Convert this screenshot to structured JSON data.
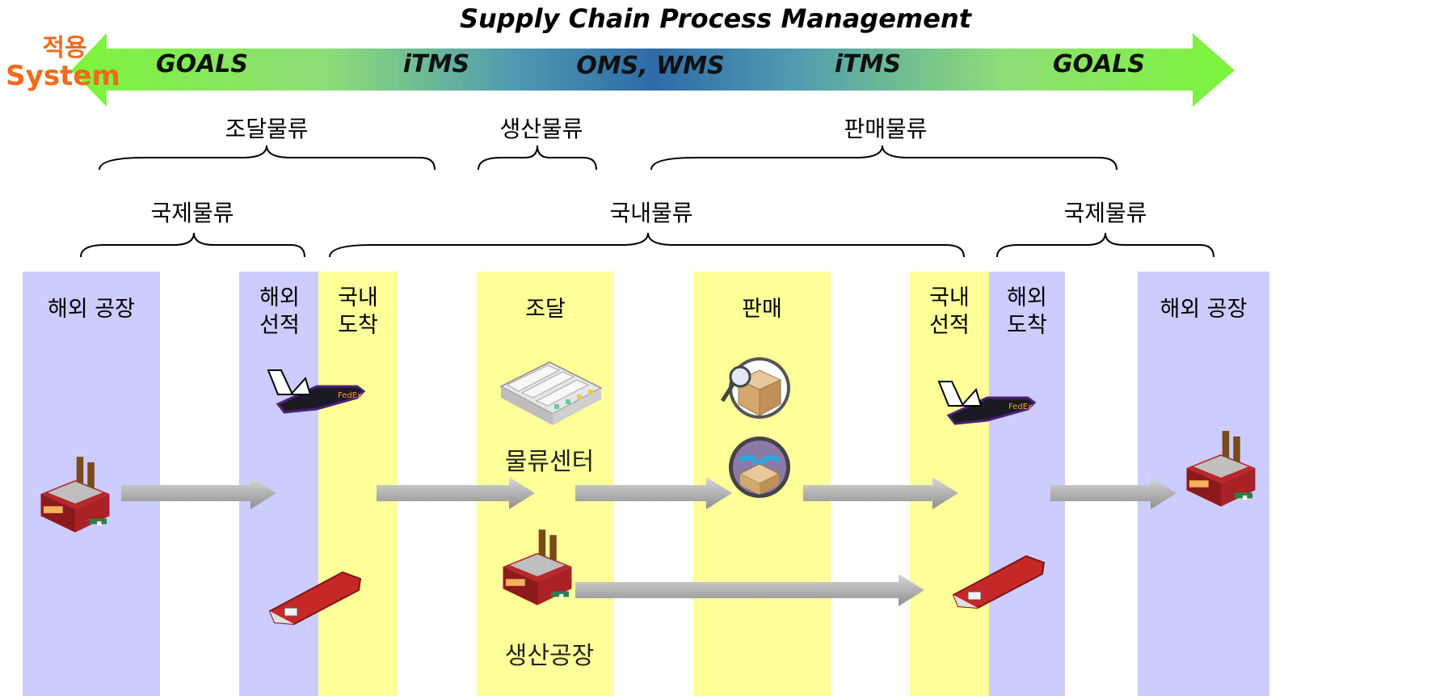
{
  "title": "Supply Chain Process Management",
  "system_label": {
    "line1": "적용",
    "line2": "System"
  },
  "system_band": [
    "GOALS",
    "iTMS",
    "OMS, WMS",
    "iTMS",
    "GOALS"
  ],
  "groups": {
    "logistics_flow": [
      "조달물류",
      "생산물류",
      "판매물류"
    ],
    "logistics_scope": [
      "국제물류",
      "국내물류",
      "국제물류"
    ]
  },
  "columns": [
    {
      "label": "해외 공장",
      "color": "#ccccff"
    },
    {
      "label": "해외\n선적",
      "color": "#ccccff"
    },
    {
      "label": "국내\n도착",
      "color": "#ffff99"
    },
    {
      "label": "조달",
      "color": "#ffff99"
    },
    {
      "label": "판매",
      "color": "#ffff99"
    },
    {
      "label": "국내\n선적",
      "color": "#ffff99"
    },
    {
      "label": "해외\n도착",
      "color": "#ccccff"
    },
    {
      "label": "해외 공장",
      "color": "#ccccff"
    }
  ],
  "items": {
    "distribution_center": "물류센터",
    "production_factory": "생산공장"
  },
  "icons": [
    "factory-icon",
    "airplane-icon",
    "ship-icon",
    "warehouse-icon",
    "box-search-icon",
    "box-handshake-icon",
    "arrow-icon"
  ],
  "colors": {
    "periwinkle": "#ccccff",
    "light_yellow": "#ffff99",
    "band_edge": "#7cf53a",
    "band_center": "#2f6aa8",
    "system_label": "#f26a1b",
    "arrow_gray": "#b3b3b3"
  }
}
